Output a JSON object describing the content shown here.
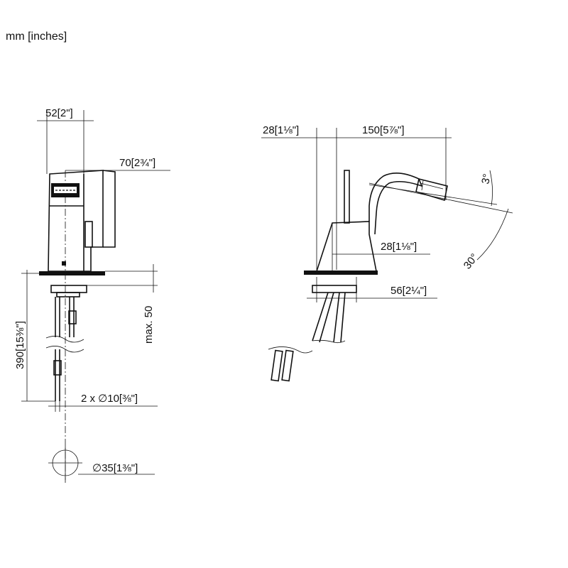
{
  "units_label": "mm [inches]",
  "front_view": {
    "dim_width": "52[2\"]",
    "dim_lever": "70[2¾\"]",
    "dim_height": "390[15⅜\"]",
    "dim_max": "max. 50",
    "dim_hoses": "2 x ∅10[⅜\"]",
    "dim_hole": "∅35[1⅜\"]"
  },
  "side_view": {
    "dim_body": "28[1⅛\"]",
    "dim_reach": "150[5⅞\"]",
    "dim_angle_small": "3°",
    "dim_angle_large": "30°",
    "dim_spout_base": "28[1⅛\"]",
    "dim_base_depth": "56[2¼\"]"
  }
}
